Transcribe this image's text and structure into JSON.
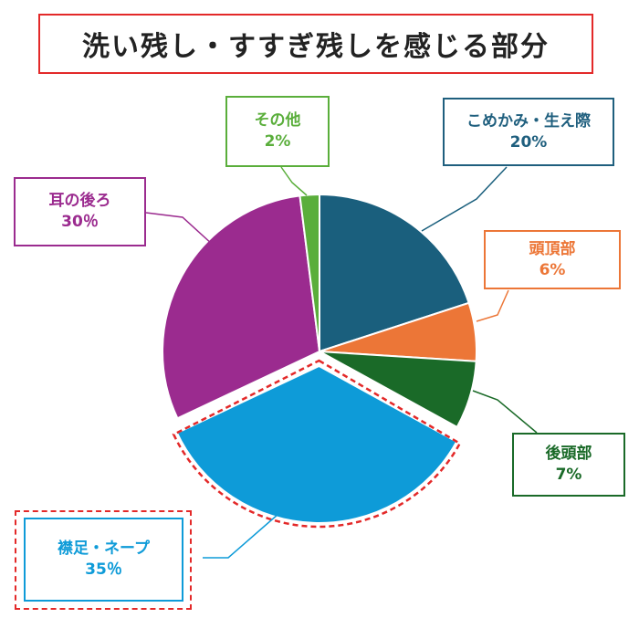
{
  "title": "洗い残し・すすぎ残しを感じる部分",
  "chart_data": {
    "type": "pie",
    "title": "洗い残し・すすぎ残しを感じる部分",
    "slices": [
      {
        "label": "こめかみ・生え際",
        "value": 20,
        "display": "20%",
        "color": "#1a5f7d",
        "exploded": false
      },
      {
        "label": "頭頂部",
        "value": 6,
        "display": "6%",
        "color": "#ec7637",
        "exploded": false
      },
      {
        "label": "後頭部",
        "value": 7,
        "display": "7%",
        "color": "#1a6a28",
        "exploded": false
      },
      {
        "label": "襟足・ネープ",
        "value": 35,
        "display": "35％",
        "color": "#0e9bd8",
        "exploded": true
      },
      {
        "label": "耳の後ろ",
        "value": 30,
        "display": "30％",
        "color": "#9b2b8f",
        "exploded": false
      },
      {
        "label": "その他",
        "value": 2,
        "display": "2%",
        "color": "#5aae3b",
        "exploded": false
      }
    ],
    "highlight_color": "#e32929"
  }
}
